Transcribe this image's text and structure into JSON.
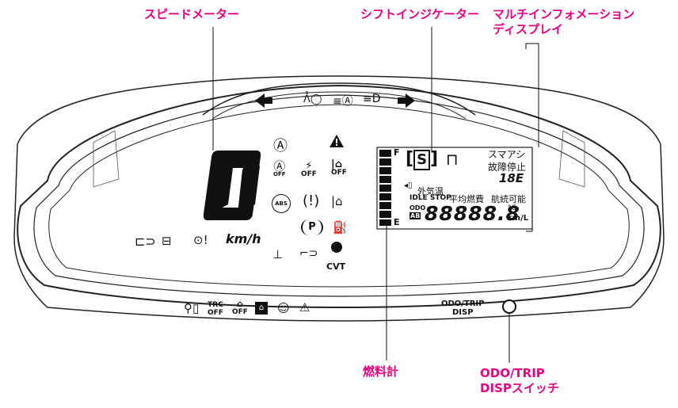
{
  "callouts": {
    "speedometer": "スピードメーター",
    "shift_indicator": "シフトインジケーター",
    "multi_info_display_line1": "マルチインフォメーション",
    "multi_info_display_line2": "ディスプレイ",
    "fuel_gauge": "燃料計",
    "odo_switch_line1": "ODO/TRIP",
    "odo_switch_line2": "DISPスイッチ"
  },
  "meter": {
    "speed_value": "0",
    "speed_unit": "km/h",
    "transmission": "CVT",
    "odo_button_line1": "ODO/TRIP",
    "odo_button_line2": "DISP",
    "off_label": "OFF",
    "abs_label": "ABS",
    "parking_label": "P",
    "trc_label": "TRC",
    "auto_label": "A"
  },
  "lcd": {
    "fuel_full": "F",
    "fuel_empty": "E",
    "gear": "S",
    "sumaashi": "スマアシ",
    "fault_stop": "故障停止",
    "outside_temp": "外気温",
    "idle": "IDLE",
    "stop": "STOP",
    "avg_fuel": "平均燃費",
    "range": "航続可能",
    "odo": "ODO",
    "ab": "AB",
    "segment_digits": "88888.8",
    "small_digits": "18E",
    "temp_unit": "°C",
    "distance_unit": "km/L"
  },
  "colors": {
    "callout": "#e5007f",
    "line": "#000000"
  }
}
